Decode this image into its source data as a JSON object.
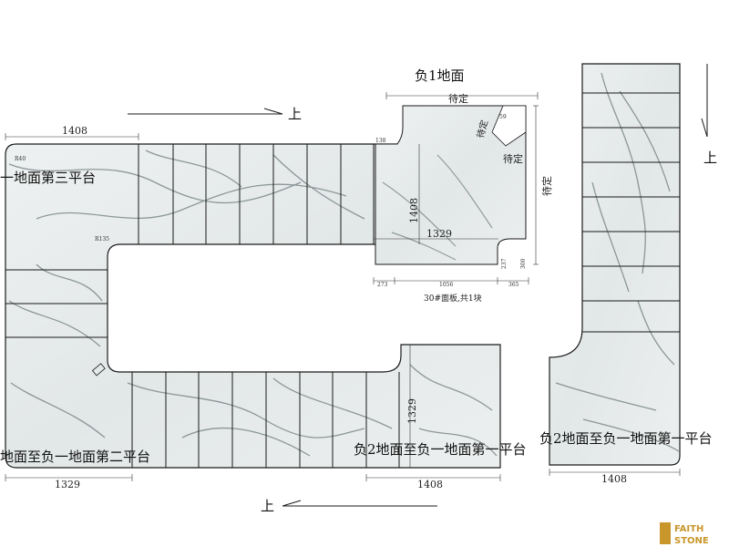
{
  "labels": {
    "b1_floor": "负1地面",
    "b1_platform3": "一地面第三平台",
    "b2_platform2": "地面至负一地面第二平台",
    "b2_platform1_center": "负2地面至负一地面第一平台",
    "b2_platform1_right": "负2地面至负一地面第一平台",
    "up_top": "上",
    "up_right": "上",
    "up_bottom": "上",
    "panel_note": "30#面板,共1块"
  },
  "dimensions": {
    "top_left_width": "1408",
    "bottom_left_width": "1329",
    "bottom_mid_width": "1408",
    "right_bottom_width": "1408",
    "landing_height": "1408",
    "landing_width": "1329",
    "lower_height": "1329",
    "tbd_top": "待定",
    "tbd_diag": "待定",
    "tbd_mid": "待定",
    "tbd_right": "待定",
    "bottom_seg1": "273",
    "bottom_seg2": "1056",
    "bottom_seg3": "365",
    "small_138": "138",
    "small_r": "R40",
    "small_r2": "R135",
    "small_237": "237",
    "small_300": "300",
    "small_59": "59"
  },
  "logo": {
    "line1": "FAITH",
    "line2": "STONE",
    "brand_color": "#c9962b"
  },
  "colors": {
    "marble": "#e6eaea",
    "vein": "#6f7a7d",
    "line": "#1a1a1a"
  }
}
